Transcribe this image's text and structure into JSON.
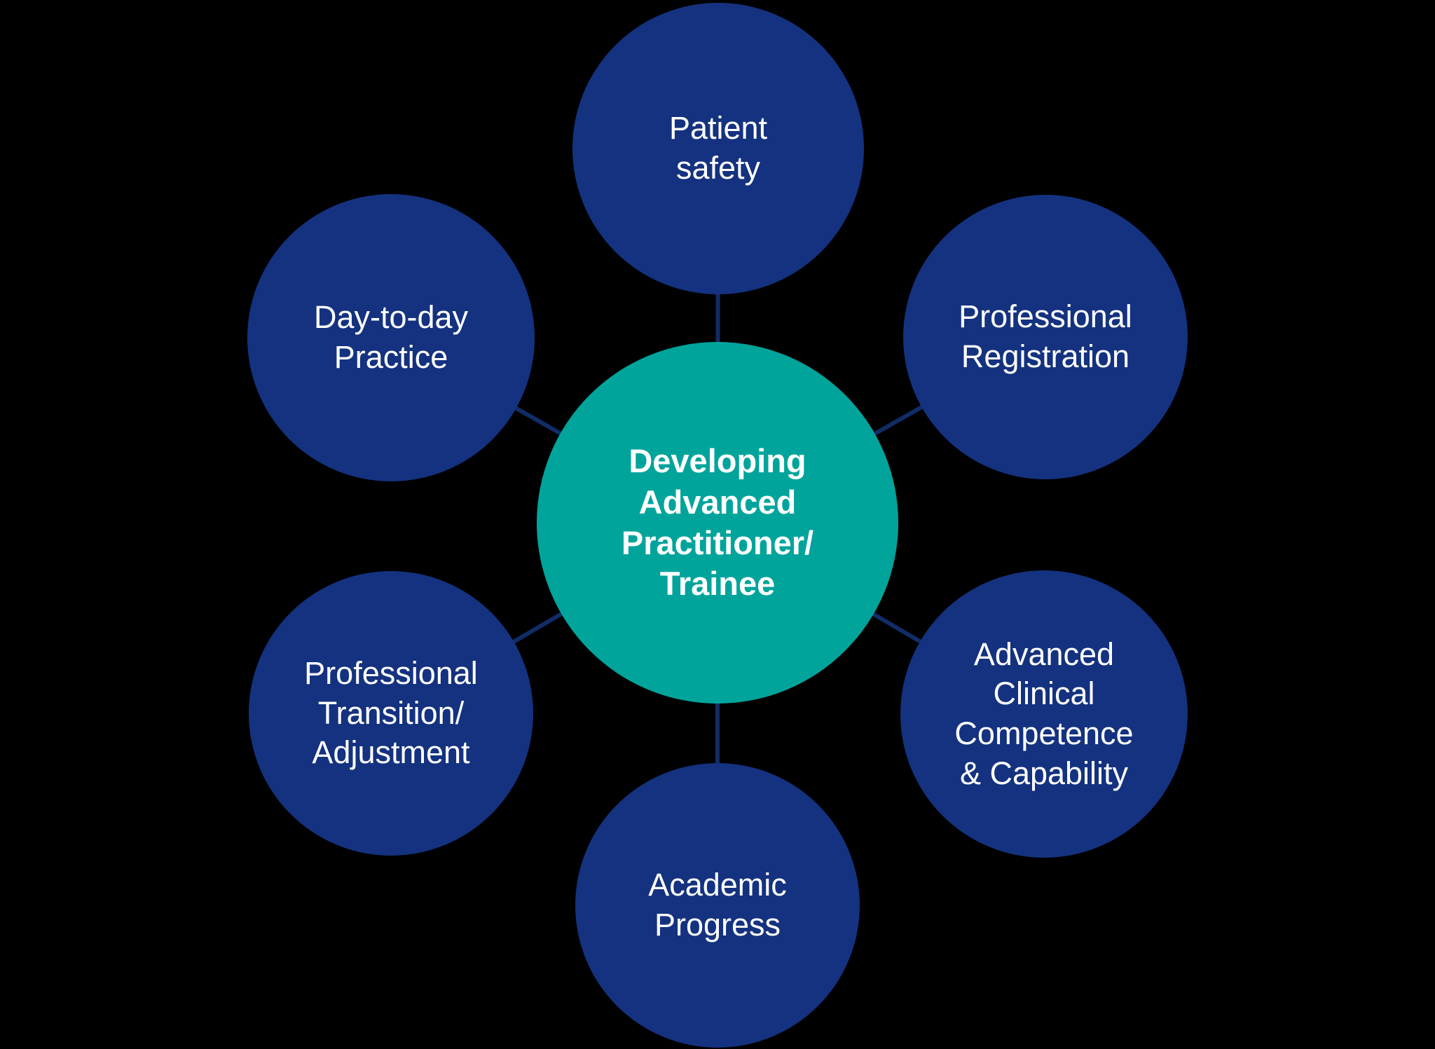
{
  "diagram": {
    "title": "Developing Advanced Practitioner / Trainee support diagram",
    "background_color": "#000000",
    "satellite_color": "#14327F",
    "connector_color": "#112C66",
    "text_color": "#FFFFFF",
    "center": {
      "label": "Developing\nAdvanced\nPractitioner/\nTrainee",
      "color": "#00A49B"
    },
    "satellites": [
      {
        "label": "Patient\nsafety",
        "position": "top"
      },
      {
        "label": "Professional\nRegistration",
        "position": "top-right"
      },
      {
        "label": "Advanced\nClinical\nCompetence\n& Capability",
        "position": "bottom-right"
      },
      {
        "label": "Academic\nProgress",
        "position": "bottom"
      },
      {
        "label": "Professional\nTransition/\nAdjustment",
        "position": "bottom-left"
      },
      {
        "label": "Day-to-day\nPractice",
        "position": "top-left"
      }
    ]
  }
}
